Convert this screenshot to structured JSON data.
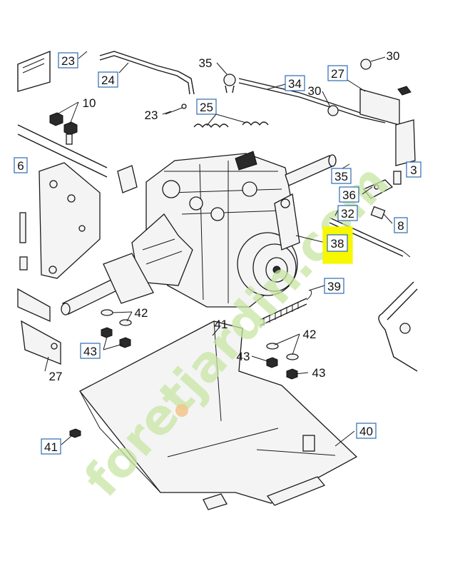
{
  "callouts": [
    {
      "id": "c23a",
      "label": "23",
      "boxed": true
    },
    {
      "id": "c24",
      "label": "24",
      "boxed": true
    },
    {
      "id": "c35a",
      "label": "35",
      "boxed": false
    },
    {
      "id": "c34",
      "label": "34",
      "boxed": true
    },
    {
      "id": "c27a",
      "label": "27",
      "boxed": true
    },
    {
      "id": "c30a",
      "label": "30",
      "boxed": false
    },
    {
      "id": "c30b",
      "label": "30",
      "boxed": false
    },
    {
      "id": "c10",
      "label": "10",
      "boxed": false
    },
    {
      "id": "c23b",
      "label": "23",
      "boxed": false
    },
    {
      "id": "c25",
      "label": "25",
      "boxed": true
    },
    {
      "id": "c6",
      "label": "6",
      "boxed": true
    },
    {
      "id": "c35b",
      "label": "35",
      "boxed": true
    },
    {
      "id": "c3",
      "label": "3",
      "boxed": true
    },
    {
      "id": "c36",
      "label": "36",
      "boxed": true
    },
    {
      "id": "c32",
      "label": "32",
      "boxed": true
    },
    {
      "id": "c8",
      "label": "8",
      "boxed": true
    },
    {
      "id": "c38",
      "label": "38",
      "boxed": true,
      "highlight": true
    },
    {
      "id": "c39",
      "label": "39",
      "boxed": true
    },
    {
      "id": "c42a",
      "label": "42",
      "boxed": false
    },
    {
      "id": "c41a",
      "label": "41",
      "boxed": false
    },
    {
      "id": "c42b",
      "label": "42",
      "boxed": false
    },
    {
      "id": "c43a",
      "label": "43",
      "boxed": true
    },
    {
      "id": "c43b",
      "label": "43",
      "boxed": false
    },
    {
      "id": "c43c",
      "label": "43",
      "boxed": false
    },
    {
      "id": "c27b",
      "label": "27",
      "boxed": false
    },
    {
      "id": "c41b",
      "label": "41",
      "boxed": true
    },
    {
      "id": "c40",
      "label": "40",
      "boxed": true
    }
  ],
  "watermark": {
    "text": "foretjardin.com"
  },
  "colors": {
    "highlight": "#f7f700",
    "callout_border": "#2b6cb0",
    "watermark": "#c8e6a4"
  }
}
